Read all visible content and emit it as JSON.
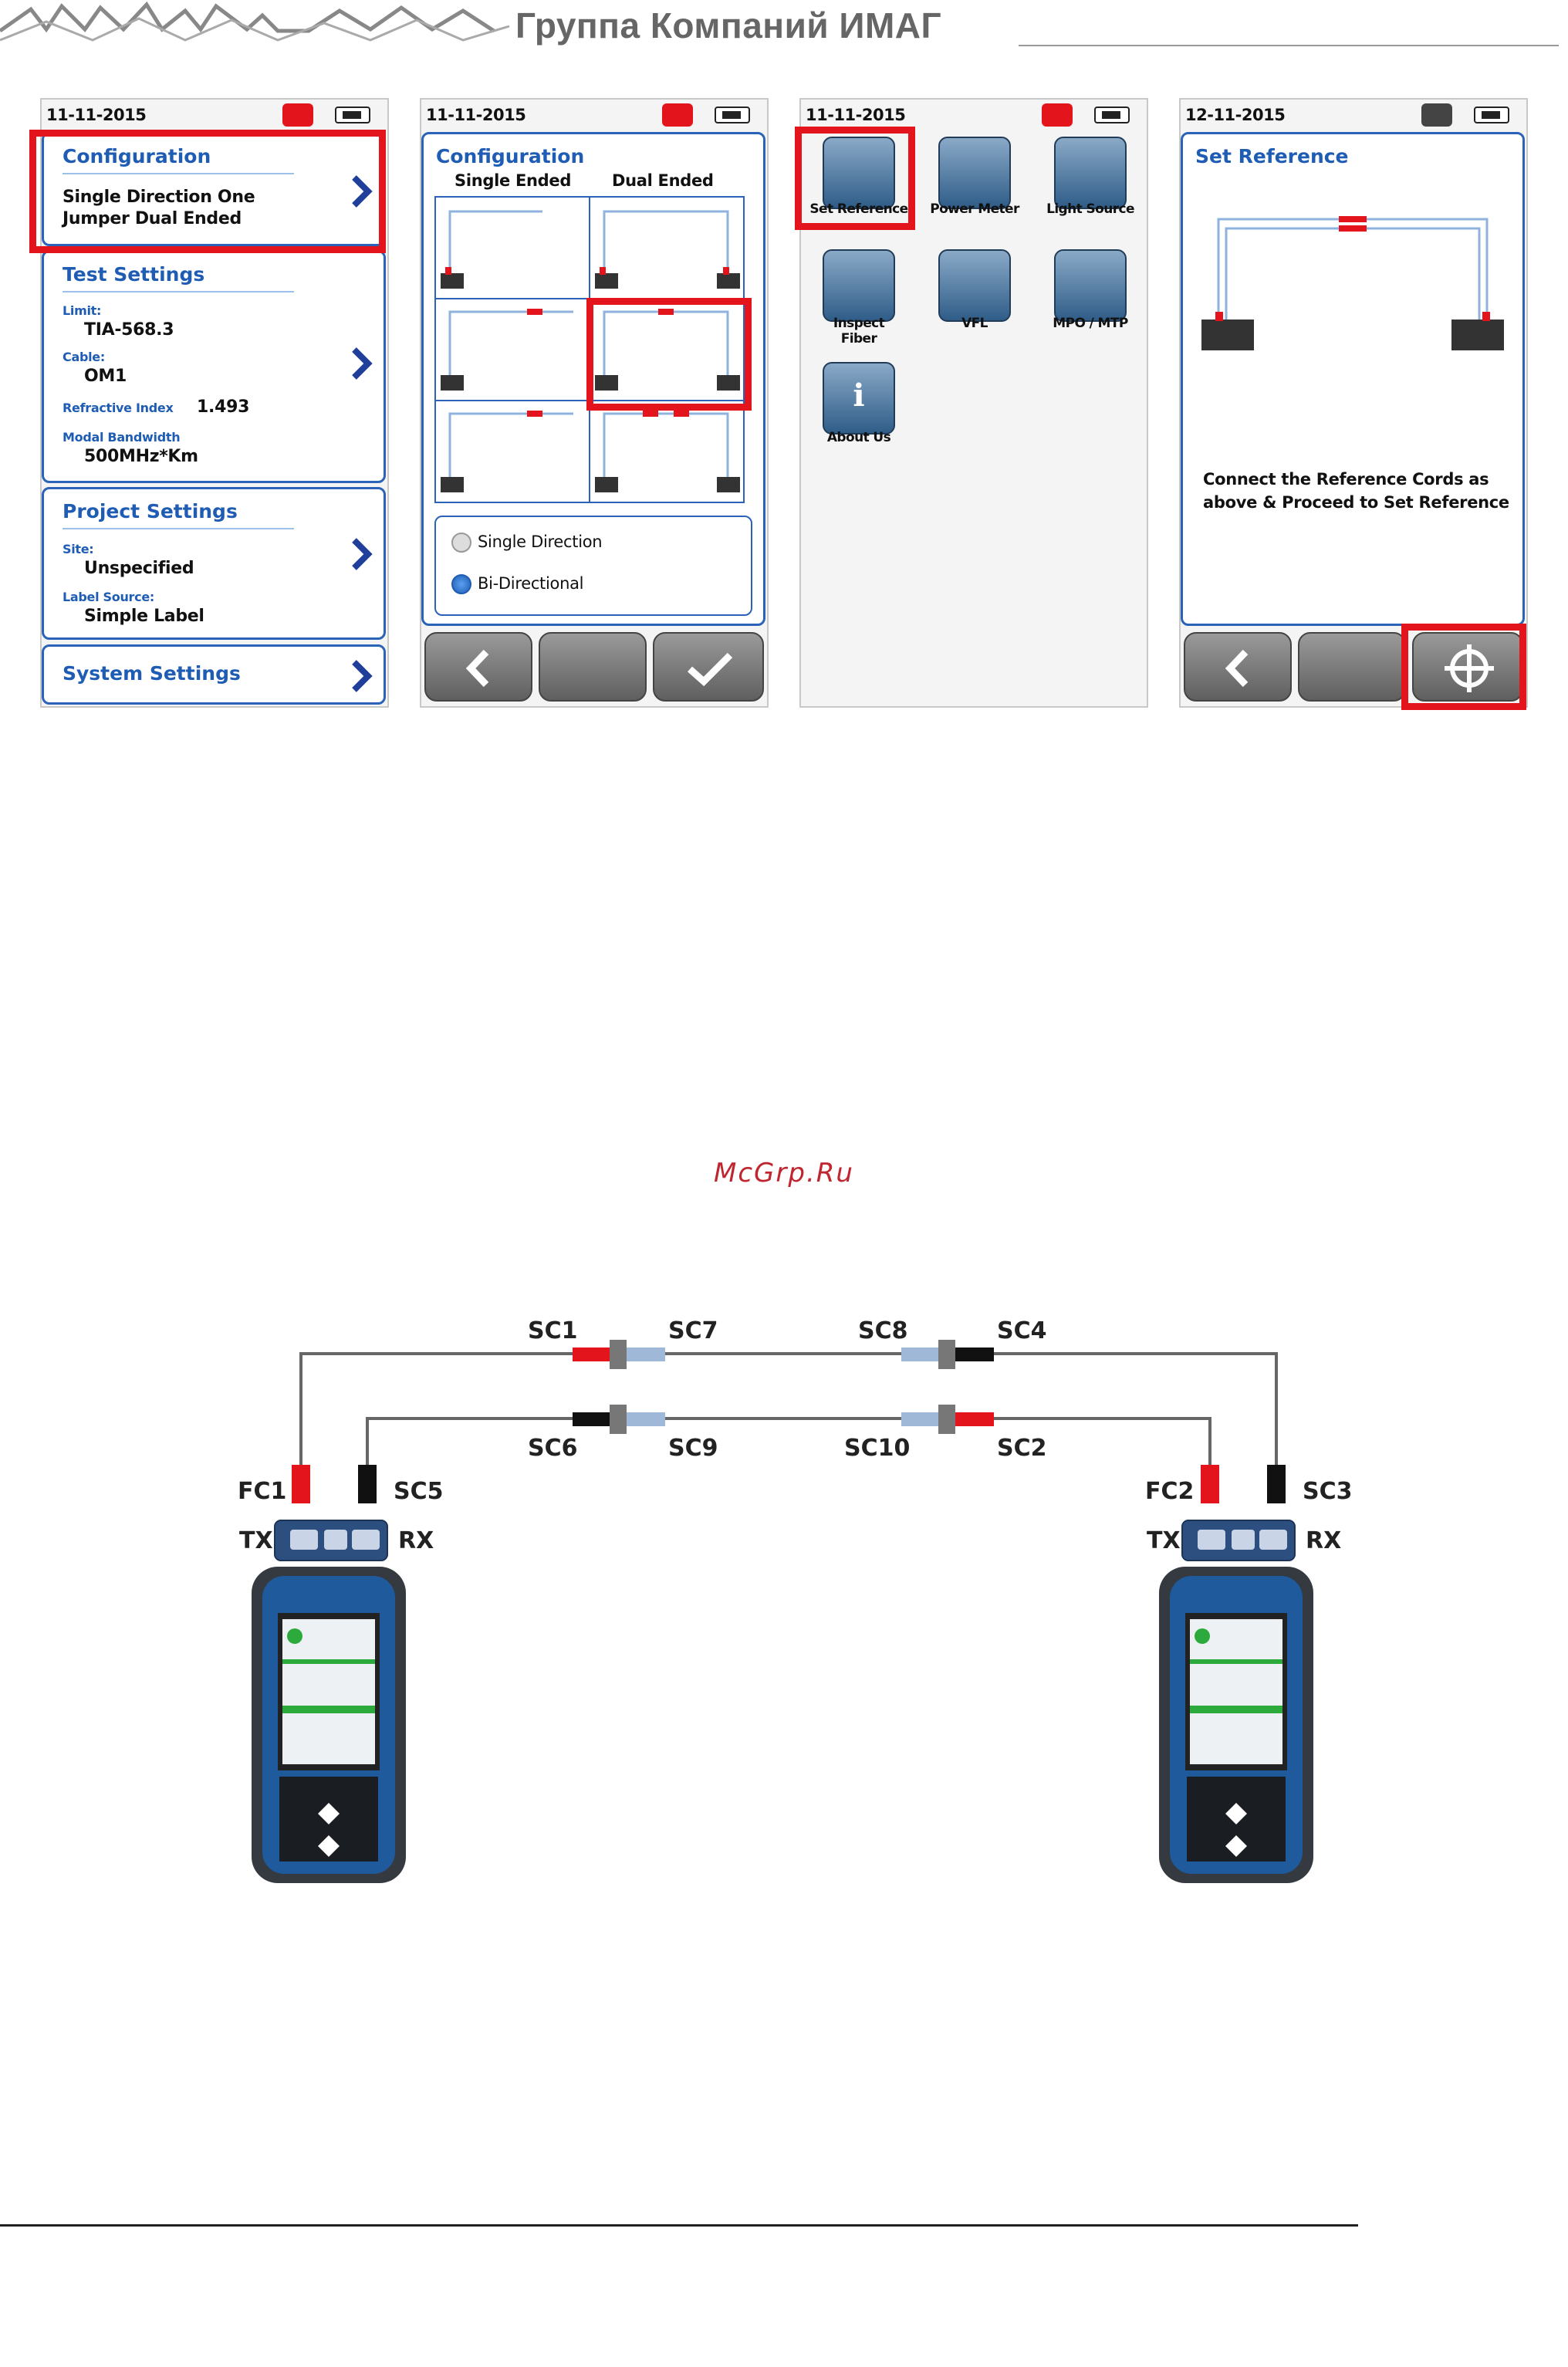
{
  "header": {
    "brand": "Группа Компаний ИМАГ"
  },
  "screen1": {
    "date": "11-11-2015",
    "configuration": {
      "title": "Configuration",
      "value": "Single Direction One Jumper Dual Ended"
    },
    "test_settings": {
      "title": "Test Settings",
      "limit_label": "Limit:",
      "limit": "TIA-568.3",
      "cable_label": "Cable:",
      "cable": "OM1",
      "refractive_label": "Refractive Index",
      "refractive": "1.493",
      "modal_label": "Modal Bandwidth",
      "modal": "500MHz*Km"
    },
    "project_settings": {
      "title": "Project Settings",
      "site_label": "Site:",
      "site": "Unspecified",
      "label_source_label": "Label Source:",
      "label_source": "Simple Label"
    },
    "system_settings": {
      "title": "System Settings"
    }
  },
  "screen2": {
    "date": "11-11-2015",
    "title": "Configuration",
    "col_single": "Single Ended",
    "col_dual": "Dual Ended",
    "option_single": "Single Direction",
    "option_bi": "Bi-Directional",
    "selected_option": "Bi-Directional"
  },
  "screen3": {
    "date": "11-11-2015",
    "tiles": [
      "Set Reference",
      "Power Meter",
      "Light Source",
      "Inspect Fiber",
      "VFL",
      "MPO / MTP",
      "About Us"
    ]
  },
  "screen4": {
    "date": "12-11-2015",
    "title": "Set Reference",
    "instruction": "Connect the Reference Cords as above & Proceed to Set Reference"
  },
  "watermark": "McGrp.Ru",
  "diagram": {
    "top_connectors": [
      "SC1",
      "SC7",
      "SC8",
      "SC4"
    ],
    "bottom_connectors": [
      "SC6",
      "SC9",
      "SC10",
      "SC2"
    ],
    "left_ports": [
      "FC1",
      "SC5"
    ],
    "right_ports": [
      "FC2",
      "SC3"
    ],
    "tx": "TX",
    "rx": "RX"
  },
  "colors": {
    "red": "#e3141c",
    "blue": "#1f5db5",
    "fiber": "#8fb3dc"
  }
}
